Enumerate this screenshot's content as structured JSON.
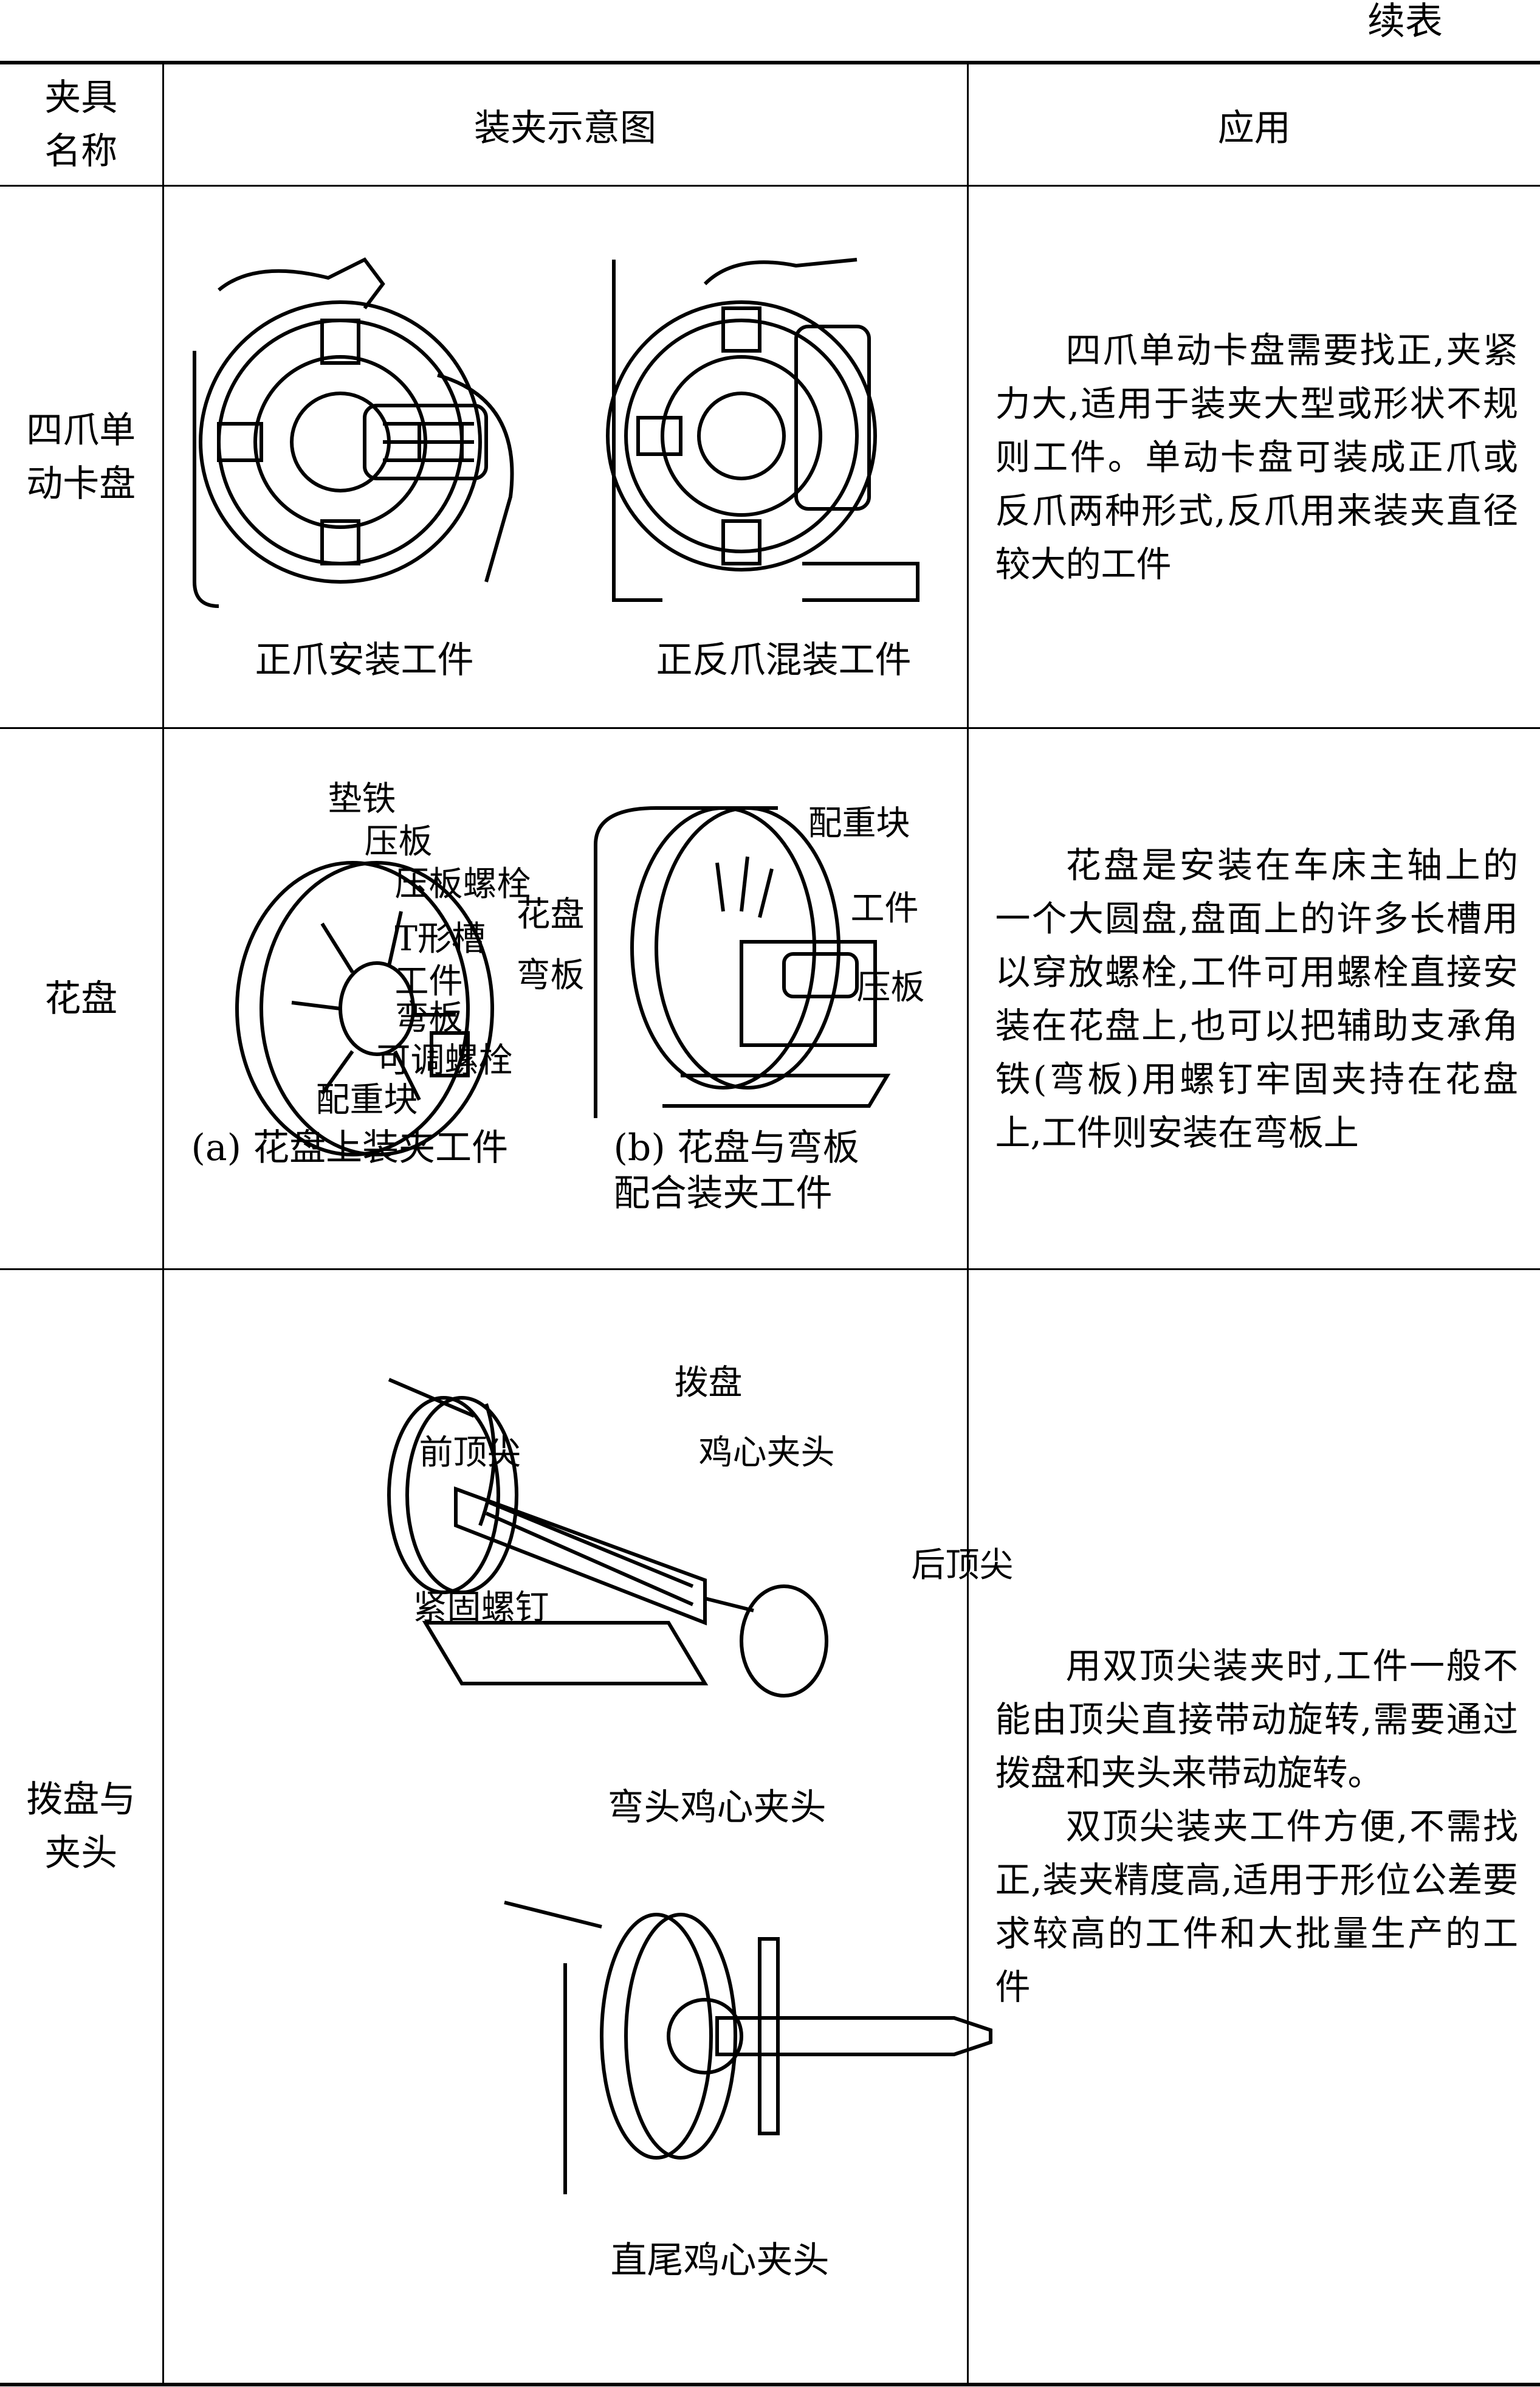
{
  "continued_label": "续表",
  "headers": {
    "name": [
      "夹具",
      "名称"
    ],
    "diagram": "装夹示意图",
    "application": "应用"
  },
  "rows": [
    {
      "name": [
        "四爪单",
        "动卡盘"
      ],
      "figures": [
        {
          "caption": "正爪安装工件"
        },
        {
          "caption": "正反爪混装工件"
        }
      ],
      "application": [
        "四爪单动卡盘需要找正,夹紧力大,适用于装夹大型或形状不规则工件。单动卡盘可装成正爪或反爪两种形式,反爪用来装夹直径较大的工件"
      ]
    },
    {
      "name": [
        "花盘"
      ],
      "figures": [
        {
          "caption": "(a) 花盘上装夹工件",
          "labels": [
            "垫铁",
            "压板",
            "压板螺栓",
            "T形槽",
            "工件",
            "弯板",
            "可调螺栓",
            "配重块"
          ]
        },
        {
          "caption_lines": [
            "(b) 花盘与弯板",
            "配合装夹工件"
          ],
          "labels": [
            "配重块",
            "花盘",
            "工件",
            "弯板",
            "压板"
          ]
        }
      ],
      "application": [
        "花盘是安装在车床主轴上的一个大圆盘,盘面上的许多长槽用以穿放螺栓,工件可用螺栓直接安装在花盘上,也可以把辅助支承角铁(弯板)用螺钉牢固夹持在花盘上,工件则安装在弯板上"
      ]
    },
    {
      "name": [
        "拨盘与",
        "夹头"
      ],
      "figures": [
        {
          "caption": "弯头鸡心夹头",
          "labels": [
            "拨盘",
            "前顶尖",
            "鸡心夹头",
            "后顶尖",
            "紧固螺钉"
          ]
        },
        {
          "caption": "直尾鸡心夹头"
        }
      ],
      "application": [
        "用双顶尖装夹时,工件一般不能由顶尖直接带动旋转,需要通过拨盘和夹头来带动旋转。",
        "双顶尖装夹工件方便,不需找正,装夹精度高,适用于形位公差要求较高的工件和大批量生产的工件"
      ]
    }
  ]
}
